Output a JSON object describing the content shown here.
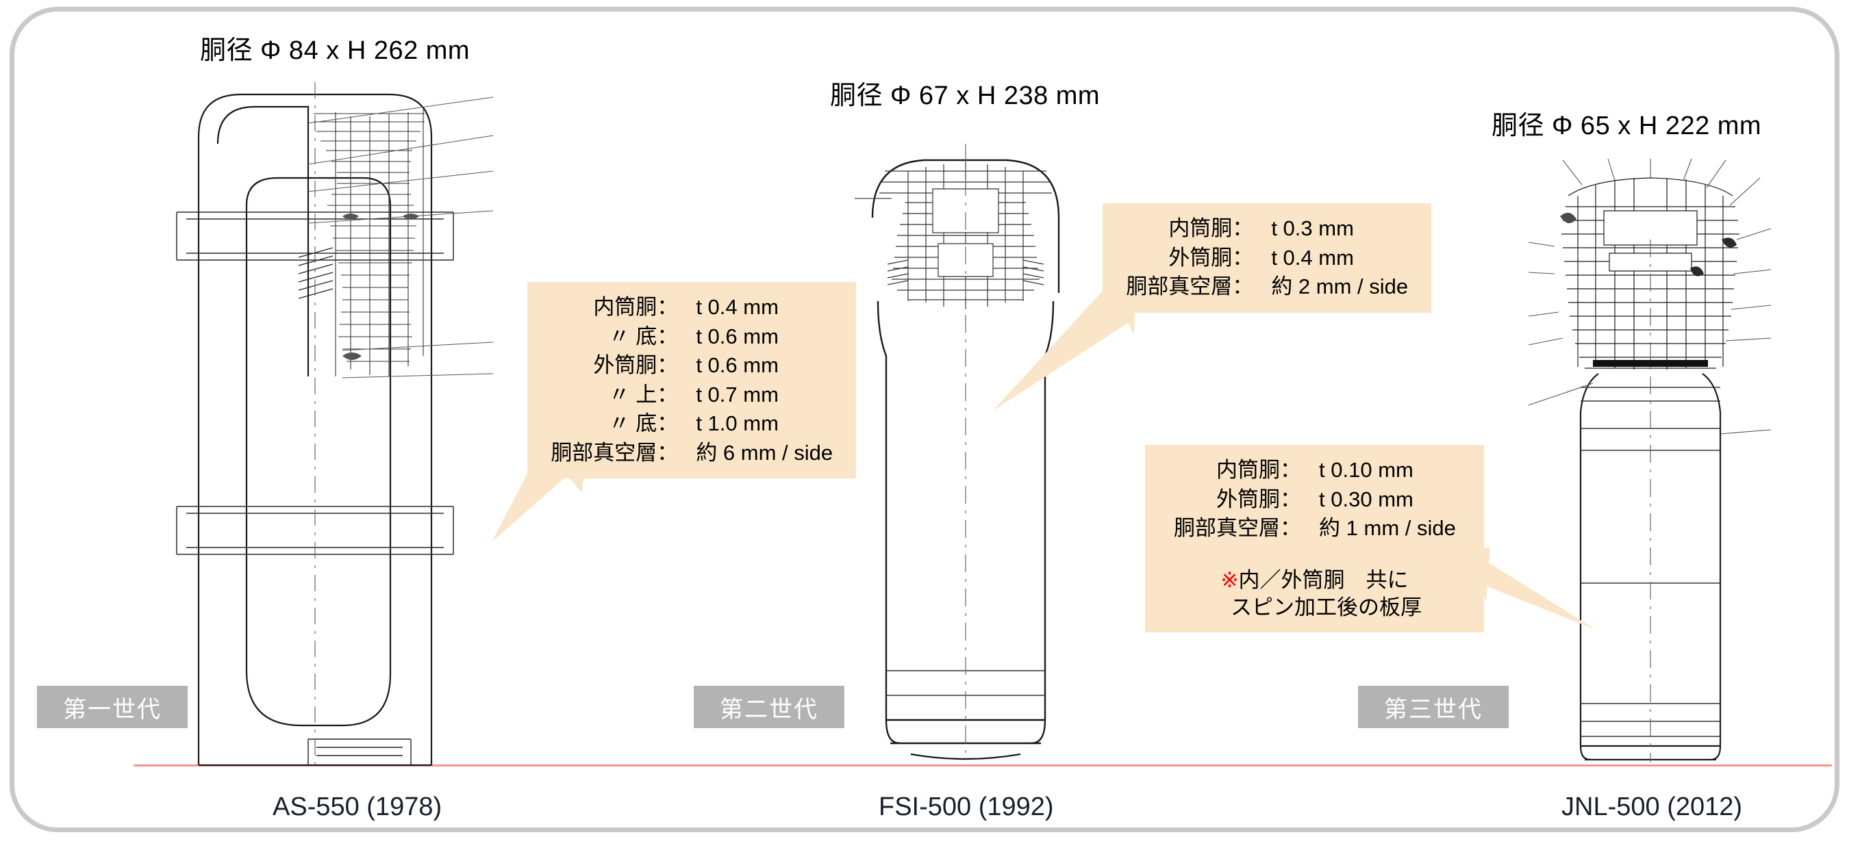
{
  "page": {
    "baseline_color": "#f6928f",
    "frame_color": "#c9c9c9",
    "callout_bg": "#fae5c8",
    "badge_bg": "#b3b3b3",
    "accent_red": "#ff0000"
  },
  "products": [
    {
      "dimension_header": "胴径 Φ 84  x  H 262 mm",
      "generation_badge": "第一世代",
      "caption": "AS-550 (1978)"
    },
    {
      "dimension_header": "胴径 Φ 67  x  H 238 mm",
      "generation_badge": "第二世代",
      "caption": "FSI-500 (1992)"
    },
    {
      "dimension_header": "胴径 Φ 65  x  H 222 mm",
      "generation_badge": "第三世代",
      "caption": "JNL-500 (2012)"
    }
  ],
  "callouts": [
    {
      "id": "callout-as550",
      "rows": [
        {
          "label": "内筒胴：",
          "label_red": false,
          "value": "t 0.4 mm",
          "value_red": true,
          "value_unit_red": false
        },
        {
          "label": "〃 底：",
          "label_red": true,
          "value": "t 0.6 mm",
          "value_red": true,
          "value_unit_red": true
        },
        {
          "label": "外筒胴：",
          "label_red": false,
          "value": "t 0.6 mm",
          "value_red": true,
          "value_unit_red": false
        },
        {
          "label": "〃 上：",
          "label_red": true,
          "value": "t 0.7 mm",
          "value_red": true,
          "value_unit_red": true
        },
        {
          "label": "〃 底：",
          "label_red": true,
          "value": "t 1.0 mm",
          "value_red": true,
          "value_unit_red": true
        },
        {
          "label": "胴部真空層：",
          "label_red": false,
          "value": "約 6 mm / side",
          "value_red": false,
          "value_unit_red": false
        }
      ]
    },
    {
      "id": "callout-fsi500",
      "rows": [
        {
          "label": "内筒胴：",
          "label_red": false,
          "value": "t 0.3 mm",
          "value_red": false,
          "value_unit_red": false
        },
        {
          "label": "外筒胴：",
          "label_red": false,
          "value": "t 0.4 mm",
          "value_red": false,
          "value_unit_red": false
        },
        {
          "label": "胴部真空層：",
          "label_red": false,
          "value": "約 2 mm / side",
          "value_red": false,
          "value_unit_red": false
        }
      ]
    },
    {
      "id": "callout-jnl500",
      "rows": [
        {
          "label": "内筒胴：",
          "label_red": false,
          "value": "t 0.10 mm",
          "value_red": false,
          "value_unit_red": false
        },
        {
          "label": "外筒胴：",
          "label_red": false,
          "value": "t 0.30 mm",
          "value_red": false,
          "value_unit_red": false
        },
        {
          "label": "胴部真空層：",
          "label_red": false,
          "value": "約 1 mm / side",
          "value_red": false,
          "value_unit_red": false
        }
      ],
      "note": {
        "mark": "※",
        "line1": "内／外筒胴　共に",
        "line2": "スピン加工後の板厚"
      }
    }
  ]
}
